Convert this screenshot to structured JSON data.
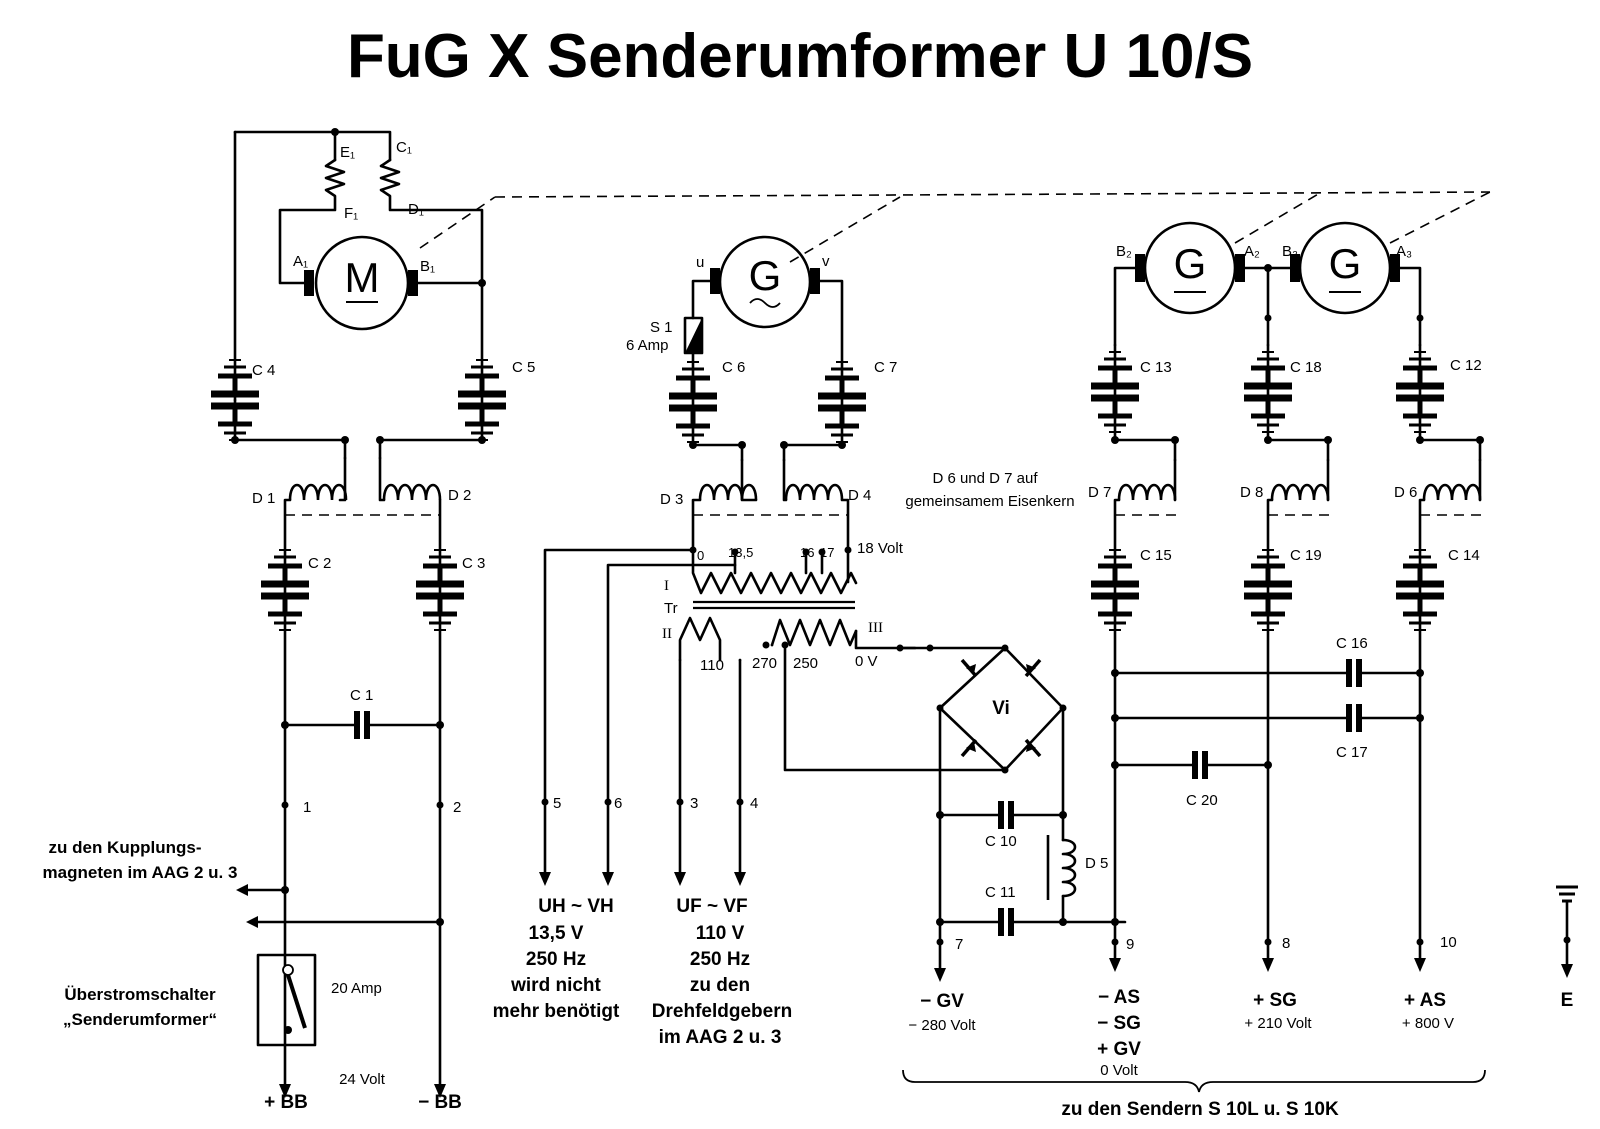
{
  "title": "FuG X  Senderumformer  U 10/S",
  "motor": {
    "letter": "M",
    "A": "A₁",
    "B": "B₁",
    "E": "E₁",
    "F": "F₁",
    "C": "C₁",
    "D": "D₁"
  },
  "gen_ac": {
    "letter": "G",
    "u": "u",
    "v": "v"
  },
  "gen_2": {
    "letter": "G",
    "B": "B₂",
    "A": "A₂"
  },
  "gen_3": {
    "letter": "G",
    "B": "B₃",
    "A": "A₃"
  },
  "fuse": {
    "name": "S 1",
    "rating": "6 Amp"
  },
  "caps": {
    "c1": "C 1",
    "c2": "C 2",
    "c3": "C 3",
    "c4": "C 4",
    "c5": "C 5",
    "c6": "C 6",
    "c7": "C 7",
    "c10": "C 10",
    "c11": "C 11",
    "c12": "C 12",
    "c13": "C 13",
    "c14": "C 14",
    "c15": "C 15",
    "c16": "C 16",
    "c17": "C 17",
    "c18": "C 18",
    "c19": "C 19",
    "c20": "C 20"
  },
  "chokes": {
    "d1": "D 1",
    "d2": "D 2",
    "d3": "D 3",
    "d4": "D 4",
    "d5": "D 5",
    "d6": "D 6",
    "d7": "D 7",
    "d8": "D 8"
  },
  "core_note": [
    "D 6  und  D 7  auf",
    "gemeinsamem Eisenkern"
  ],
  "transformer": {
    "name": "Tr",
    "w1": "I",
    "w2": "II",
    "w3": "III",
    "t0": "0",
    "t135": "13,5",
    "t16": "16",
    "t17": "17",
    "t18": "18 Volt",
    "t110": "110",
    "t270": "270",
    "t250": "250",
    "t0v": "0 V"
  },
  "rectifier": "Vi",
  "terminals": {
    "t1": "1",
    "t2": "2",
    "t3": "3",
    "t4": "4",
    "t5": "5",
    "t6": "6",
    "t7": "7",
    "t8": "8",
    "t9": "9",
    "t10": "10"
  },
  "left_note": [
    "zu den Kupplungs-",
    "magneten im AAG 2 u. 3"
  ],
  "breaker": {
    "label": [
      "Überstromschalter",
      "„Senderumformer“"
    ],
    "rating": "20 Amp"
  },
  "supply": {
    "plus": "+ BB",
    "minus": "− BB",
    "volt": "24 Volt"
  },
  "uh_vh": {
    "head": "UH  ~  VH",
    "lines": [
      "13,5 V",
      "250 Hz",
      "wird  nicht",
      "mehr  benötigt"
    ]
  },
  "uf_vf": {
    "head": "UF  ~  VF",
    "lines": [
      "110 V",
      "250 Hz",
      "zu  den",
      "Drehfeldgebern",
      "im  AAG 2  u. 3"
    ]
  },
  "outputs": {
    "gv": {
      "label": "− GV",
      "volt": "− 280 Volt"
    },
    "as_neg": {
      "l1": "− AS",
      "l2": "− SG",
      "l3": "+ GV",
      "volt": "0 Volt"
    },
    "sg": {
      "label": "+ SG",
      "volt": "+ 210 Volt"
    },
    "as_pos": {
      "label": "+ AS",
      "volt": "+ 800 V"
    }
  },
  "earth": "E",
  "bottom_note": "zu  den  Sendern  S 10L  u.  S 10K"
}
